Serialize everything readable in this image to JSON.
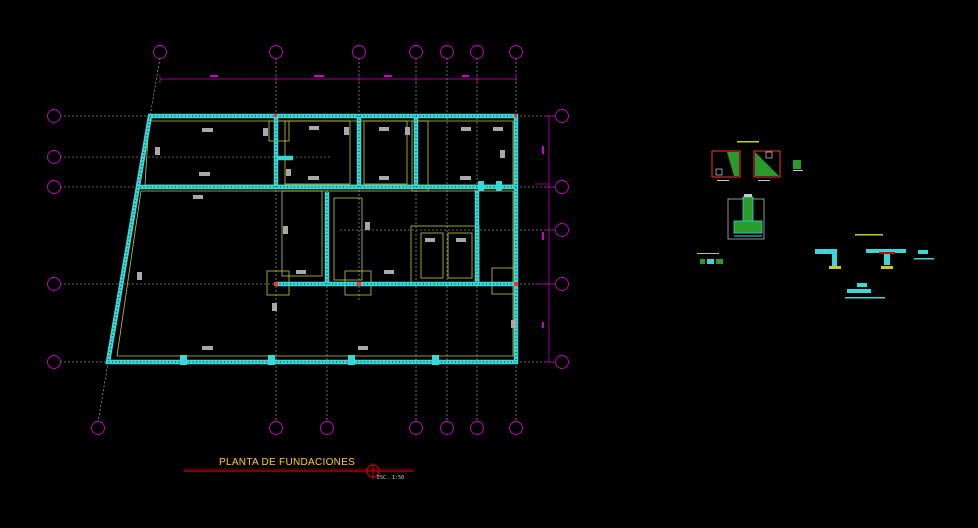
{
  "drawing": {
    "title": "PLANTA DE FUNDACIONES",
    "scale": "ESC. 1:50"
  },
  "colors": {
    "background": "#000000",
    "grid_bubble": "#cc00cc",
    "foundation_wall": "#38d8d8",
    "footing_outline": "#c8c830",
    "grid_line": "#c8c8c8",
    "title_text": "#ffd400",
    "title_underline": "#cc0000"
  },
  "icons": {
    "grid_bubble": "circle-outline",
    "title_marker": "crosshair-circle"
  }
}
